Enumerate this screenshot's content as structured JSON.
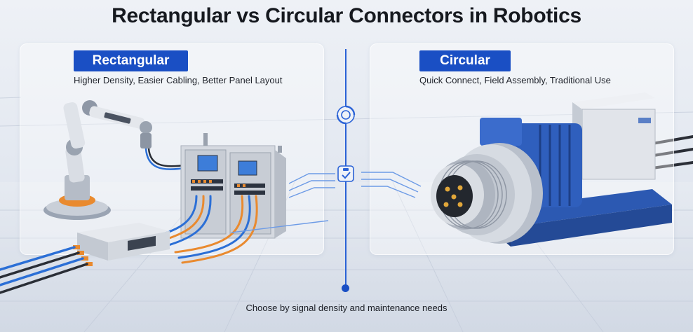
{
  "title": "Rectangular vs Circular Connectors in Robotics",
  "left": {
    "badge": "Rectangular",
    "subtitle": "Higher Density, Easier Cabling, Better Panel Layout"
  },
  "right": {
    "badge": "Circular",
    "subtitle": "Quick Connect, Field Assembly, Traditional Use"
  },
  "caption": "Choose by signal density and maintenance needs",
  "icons": {
    "top": "connector-swirl-icon",
    "middle": "clipboard-check-icon"
  },
  "colors": {
    "accent": "#1a4fc4",
    "cable_orange": "#e98a2f",
    "cable_blue": "#2b6fd6",
    "motor_blue": "#2c59b2"
  }
}
